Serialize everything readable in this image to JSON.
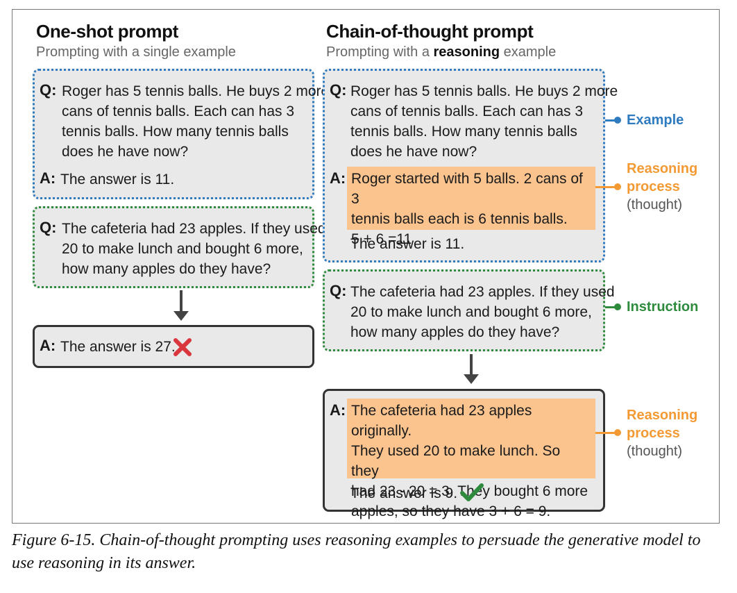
{
  "left": {
    "title": "One-shot prompt",
    "subtitle": "Prompting with a single example",
    "example": {
      "q_label": "Q:",
      "q_lines": [
        "Roger has 5 tennis balls. He buys 2 more",
        "cans of tennis balls. Each can has 3",
        "tennis balls. How many tennis balls",
        "does he have now?"
      ],
      "a_label": "A:",
      "a_text": "The answer is 11."
    },
    "instruction": {
      "q_label": "Q:",
      "q_lines": [
        "The cafeteria had 23 apples. If they used",
        "20 to make lunch and bought 6 more,",
        "how many apples do they have?"
      ]
    },
    "output": {
      "a_label": "A:",
      "a_text": "The answer is 27.",
      "mark_icon": "cross-icon"
    }
  },
  "right": {
    "title": "Chain-of-thought prompt",
    "subtitle_pre": "Prompting with a ",
    "subtitle_bold": "reasoning",
    "subtitle_post": " example",
    "example": {
      "q_label": "Q:",
      "q_lines": [
        "Roger has 5 tennis balls. He buys 2 more",
        "cans of tennis balls. Each can has 3",
        "tennis balls. How many tennis balls",
        "does he have now?"
      ],
      "a_label": "A:",
      "reasoning_lines": [
        "Roger started with 5 balls. 2 cans of 3",
        "tennis balls each is 6 tennis balls.",
        "5 + 6 =11"
      ],
      "answer": "The answer is 11."
    },
    "instruction": {
      "q_label": "Q:",
      "q_lines": [
        "The cafeteria had 23 apples. If they used",
        "20 to make lunch and bought 6 more,",
        "how many apples do they have?"
      ]
    },
    "output": {
      "a_label": "A:",
      "reasoning_lines": [
        "The cafeteria had 23 apples originally.",
        "They used 20 to make lunch. So they",
        "had 23 - 20 = 3. They bought 6 more",
        "apples, so they have 3 + 6 = 9."
      ],
      "answer": "The answer is 9.",
      "mark_icon": "checkmark-icon"
    }
  },
  "callouts": {
    "example": "Example",
    "reasoning_1": [
      "Reasoning",
      "process"
    ],
    "reasoning_1_sub": "(thought)",
    "instruction": "Instruction",
    "reasoning_2": [
      "Reasoning",
      "process"
    ],
    "reasoning_2_sub": "(thought)"
  },
  "colors": {
    "blue": "#2f7bbf",
    "green": "#2e8b3e",
    "orange": "#f39a34",
    "highlight": "#fbc48f",
    "cross": "#d9363e",
    "check": "#2e8b3e"
  },
  "caption": "Figure 6-15. Chain-of-thought prompting uses reasoning examples to persuade the generative model to use reasoning in its answer."
}
